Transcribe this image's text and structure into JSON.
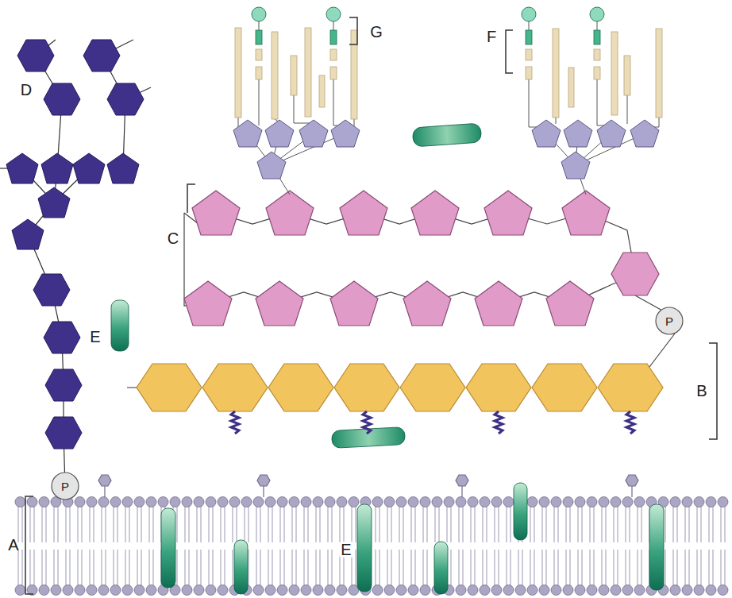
{
  "diagram": {
    "nodes": [
      {
        "text": [
          "P"
        ]
      },
      {
        "text": [
          "P"
        ]
      }
    ],
    "labels": [
      "G",
      "F",
      "D",
      "C",
      "E",
      "B",
      "A",
      "E"
    ]
  }
}
